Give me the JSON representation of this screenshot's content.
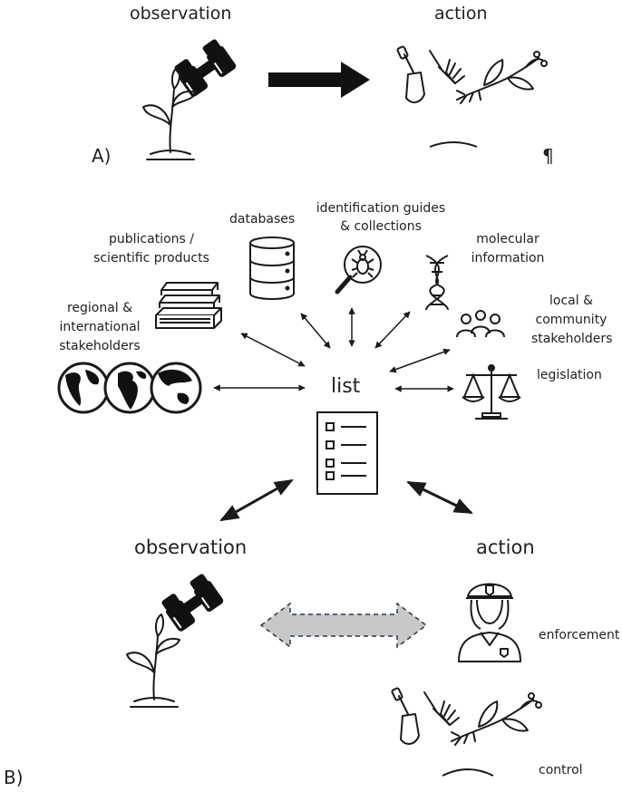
{
  "panel_a": {
    "label": "A)",
    "observation": "observation",
    "action": "action",
    "pilcrow": "¶"
  },
  "panel_b": {
    "label": "B)",
    "center": "list",
    "sources": {
      "databases": "databases",
      "identification_line1": "identification guides",
      "identification_line2": "& collections",
      "publications_line1": "publications /",
      "publications_line2": "scientific products",
      "molecular_line1": "molecular",
      "molecular_line2": "information",
      "regional_line1": "regional &",
      "regional_line2": "international",
      "regional_line3": "stakeholders",
      "local_line1": "local &",
      "local_line2": "community",
      "local_line3": "stakeholders",
      "legislation": "legislation"
    },
    "observation": "observation",
    "action": "action",
    "enforcement": "enforcement",
    "control": "control"
  },
  "icons": [
    "binoculars-icon",
    "seedling-icon",
    "trowel-icon",
    "garden-fork-icon",
    "vine-icon",
    "database-icon",
    "magnifier-beetle-icon",
    "books-icon",
    "dna-icon",
    "people-icon",
    "globe-icon",
    "scales-icon",
    "checklist-icon",
    "police-officer-icon"
  ],
  "colors": {
    "arrow_gray": "#c8c8c8",
    "ink": "#1a1a1a"
  }
}
